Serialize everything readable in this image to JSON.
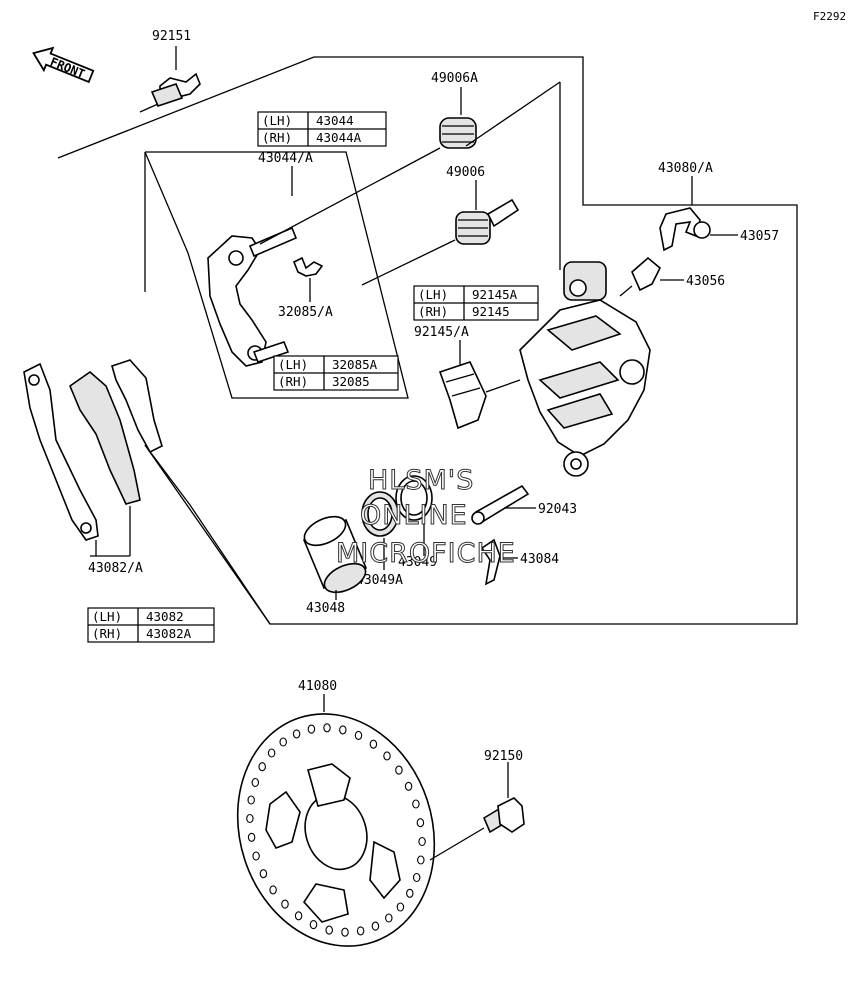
{
  "diagram_code": "F2292",
  "front_label": "FRONT",
  "watermark": [
    "HLSM'S",
    "ONLINE",
    "MICROFICHE"
  ],
  "labels": {
    "p92151": "92151",
    "p49006A": "49006A",
    "p43044A_main": "43044/A",
    "p49006": "49006",
    "p43080A": "43080/A",
    "p43057": "43057",
    "p43056": "43056",
    "p32085A": "32085/A",
    "p92145A_main": "92145/A",
    "p92043": "92043",
    "p43049": "43049",
    "p43084": "43084",
    "p43049A": "43049A",
    "p43048": "43048",
    "p43082A_main": "43082/A",
    "p41080": "41080",
    "p92150": "92150"
  },
  "tables": {
    "t43044": [
      [
        "(LH)",
        "43044"
      ],
      [
        "(RH)",
        "43044A"
      ]
    ],
    "t32085": [
      [
        "(LH)",
        "32085A"
      ],
      [
        "(RH)",
        "32085"
      ]
    ],
    "t92145": [
      [
        "(LH)",
        "92145A"
      ],
      [
        "(RH)",
        "92145"
      ]
    ],
    "t43082": [
      [
        "(LH)",
        "43082"
      ],
      [
        "(RH)",
        "43082A"
      ]
    ]
  }
}
